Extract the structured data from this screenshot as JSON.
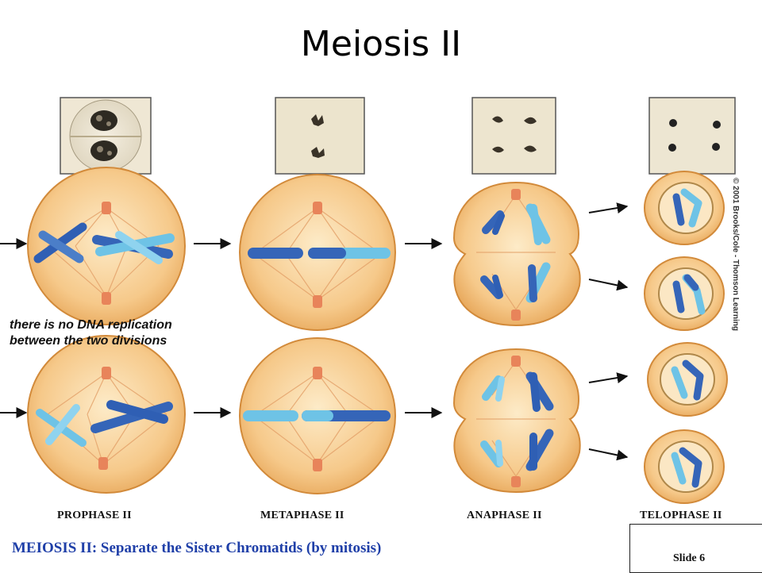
{
  "title": "Meiosis II",
  "stages": [
    "PROPHASE II",
    "METAPHASE II",
    "ANAPHASE II",
    "TELOPHASE II"
  ],
  "note": [
    "there is no DNA replication",
    "between the two divisions"
  ],
  "caption": "MEIOSIS II:  Separate the Sister Chromatids (by mitosis)",
  "copyright": "© 2001 Brooks/Cole - Thomson Learning",
  "slide_number": "Slide 6",
  "colors": {
    "cell_fill": "#f6c98a",
    "cell_edge": "#d28a3a",
    "chromatid_light": "#6ec3e6",
    "chromatid_dark": "#3565b8",
    "centrosome": "#e8845a",
    "caption": "#1f3fa8"
  },
  "icons": [
    "micrograph-image",
    "arrow-icon",
    "chromosome-shape",
    "cell-shape",
    "nucleus-shape"
  ]
}
